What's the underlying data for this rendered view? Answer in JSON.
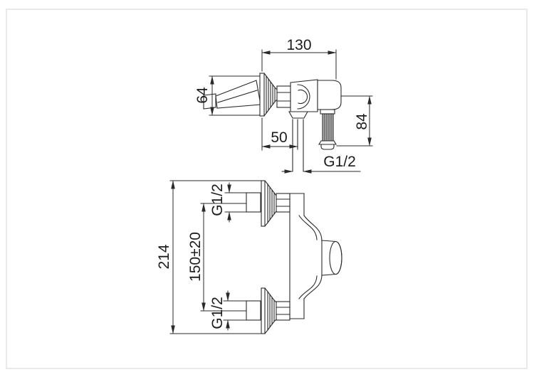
{
  "figure": {
    "type": "technical-dimension-drawing",
    "subject": "wall-mounted shower mixer faucet, two orthographic views",
    "line_color": "#2a2a2a",
    "text_color": "#1c1c1c",
    "frame_color": "#ece9e9",
    "side_view": {
      "depth": "130",
      "escutcheon_diameter": "64",
      "wall_to_outlet": "50",
      "handle_length": "84",
      "outlet_thread": "G1/2"
    },
    "front_view": {
      "overall_height": "214",
      "inlet_spacing": "150±20",
      "top_inlet_thread": "G1/2",
      "bottom_inlet_thread": "G1/2"
    }
  }
}
